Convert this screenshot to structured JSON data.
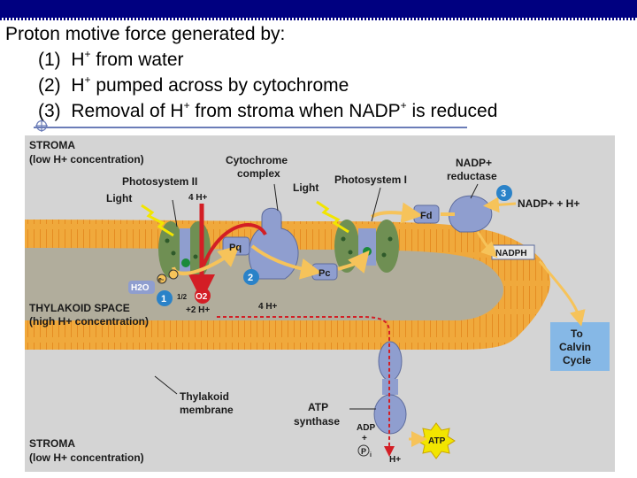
{
  "slide": {
    "title": "Proton motive force generated by:",
    "items": [
      {
        "num": "(1)",
        "pre": "H",
        "sup": "+",
        "post": " from water"
      },
      {
        "num": "(2)",
        "pre": "H",
        "sup": "+",
        "post": " pumped across by cytochrome"
      },
      {
        "num": "(3)",
        "pre": "Removal of H",
        "sup": "+",
        "mid": " from stroma when NADP",
        "sup2": "+",
        "post": " is reduced"
      }
    ]
  },
  "diagram": {
    "stroma_top_1": "STROMA",
    "stroma_top_2": "(low H+ concentration)",
    "photosystem2": "Photosystem II",
    "cytochrome_1": "Cytochrome",
    "cytochrome_2": "complex",
    "photosystem1": "Photosystem I",
    "nadp_reductase_1": "NADP+",
    "nadp_reductase_2": "reductase",
    "light_left": "Light",
    "light_right": "Light",
    "h4_top": "4 H+",
    "pq": "Pq",
    "pc": "Pc",
    "fd": "Fd",
    "nadp_h": "NADP+ + H+",
    "nadph": "NADPH",
    "step1": "1",
    "step2": "2",
    "step3": "3",
    "h2o": "H2O",
    "o2": "O2",
    "half": "1/2",
    "electron": "e-",
    "h2": "+2 H+",
    "h4_lumen": "4 H+",
    "thylakoid_space_1": "THYLAKOID SPACE",
    "thylakoid_space_2": "(high H+ concentration)",
    "calvin_1": "To",
    "calvin_2": "Calvin",
    "calvin_3": "Cycle",
    "thylakoid_membrane_1": "Thylakoid",
    "thylakoid_membrane_2": "membrane",
    "atp_synthase_1": "ATP",
    "atp_synthase_2": "synthase",
    "adp": "ADP",
    "plus": "+",
    "pi": "P",
    "pi_sub": "i",
    "atp": "ATP",
    "h_bottom": "H+",
    "stroma_bottom_1": "STROMA",
    "stroma_bottom_2": "(low H+ concentration)"
  },
  "colors": {
    "header": "#000080",
    "rule": "#6b7db8",
    "stroma_bg": "#d4d4d4",
    "membrane": "#f0a93c",
    "lumen": "#b1ad9c",
    "protein": "#8f9ecf",
    "proton_arrow": "#d31e25",
    "electron_arrow": "#f6c35a",
    "calvin_box": "#86b8e6"
  }
}
